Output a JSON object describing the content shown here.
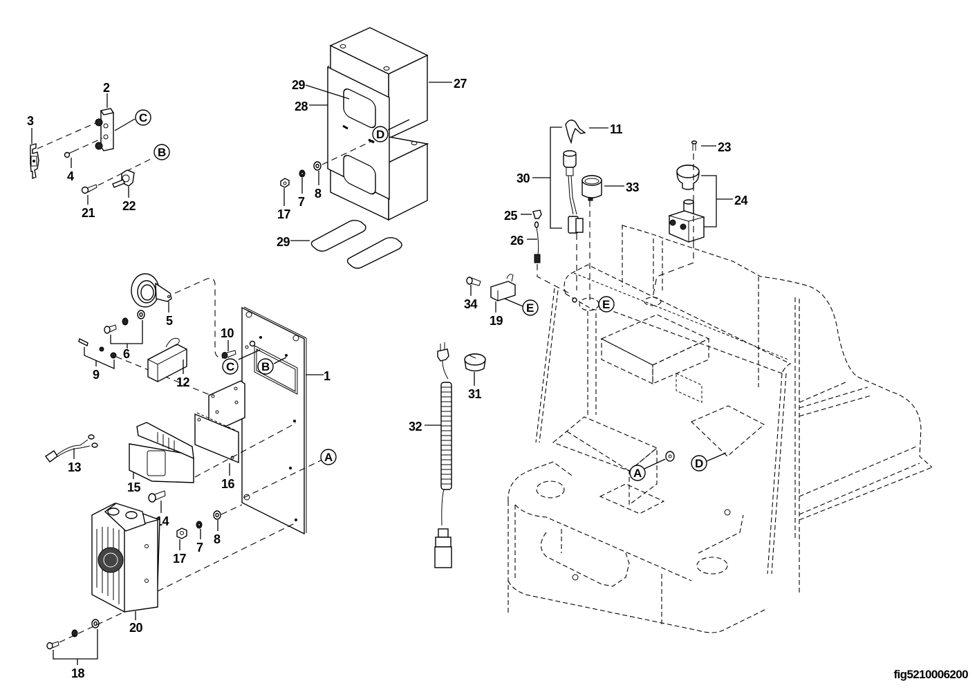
{
  "figure": {
    "id": "fig5210006200",
    "type": "exploded parts diagram"
  },
  "part_numbers": {
    "p1": "1",
    "p2": "2",
    "p3": "3",
    "p4": "4",
    "p5": "5",
    "p6": "6",
    "p7a": "7",
    "p7b": "7",
    "p8a": "8",
    "p8b": "8",
    "p9": "9",
    "p10": "10",
    "p11": "11",
    "p12": "12",
    "p13": "13",
    "p14": "14",
    "p15": "15",
    "p16": "16",
    "p17a": "17",
    "p17b": "17",
    "p18": "18",
    "p19": "19",
    "p20": "20",
    "p21": "21",
    "p22": "22",
    "p23": "23",
    "p24": "24",
    "p25": "25",
    "p26": "26",
    "p27": "27",
    "p28": "28",
    "p29a": "29",
    "p29b": "29",
    "p30": "30",
    "p31": "31",
    "p32": "32",
    "p33": "33",
    "p34": "34"
  },
  "reference_callouts": {
    "A": "A",
    "B": "B",
    "C": "C",
    "D": "D",
    "E": "E"
  }
}
